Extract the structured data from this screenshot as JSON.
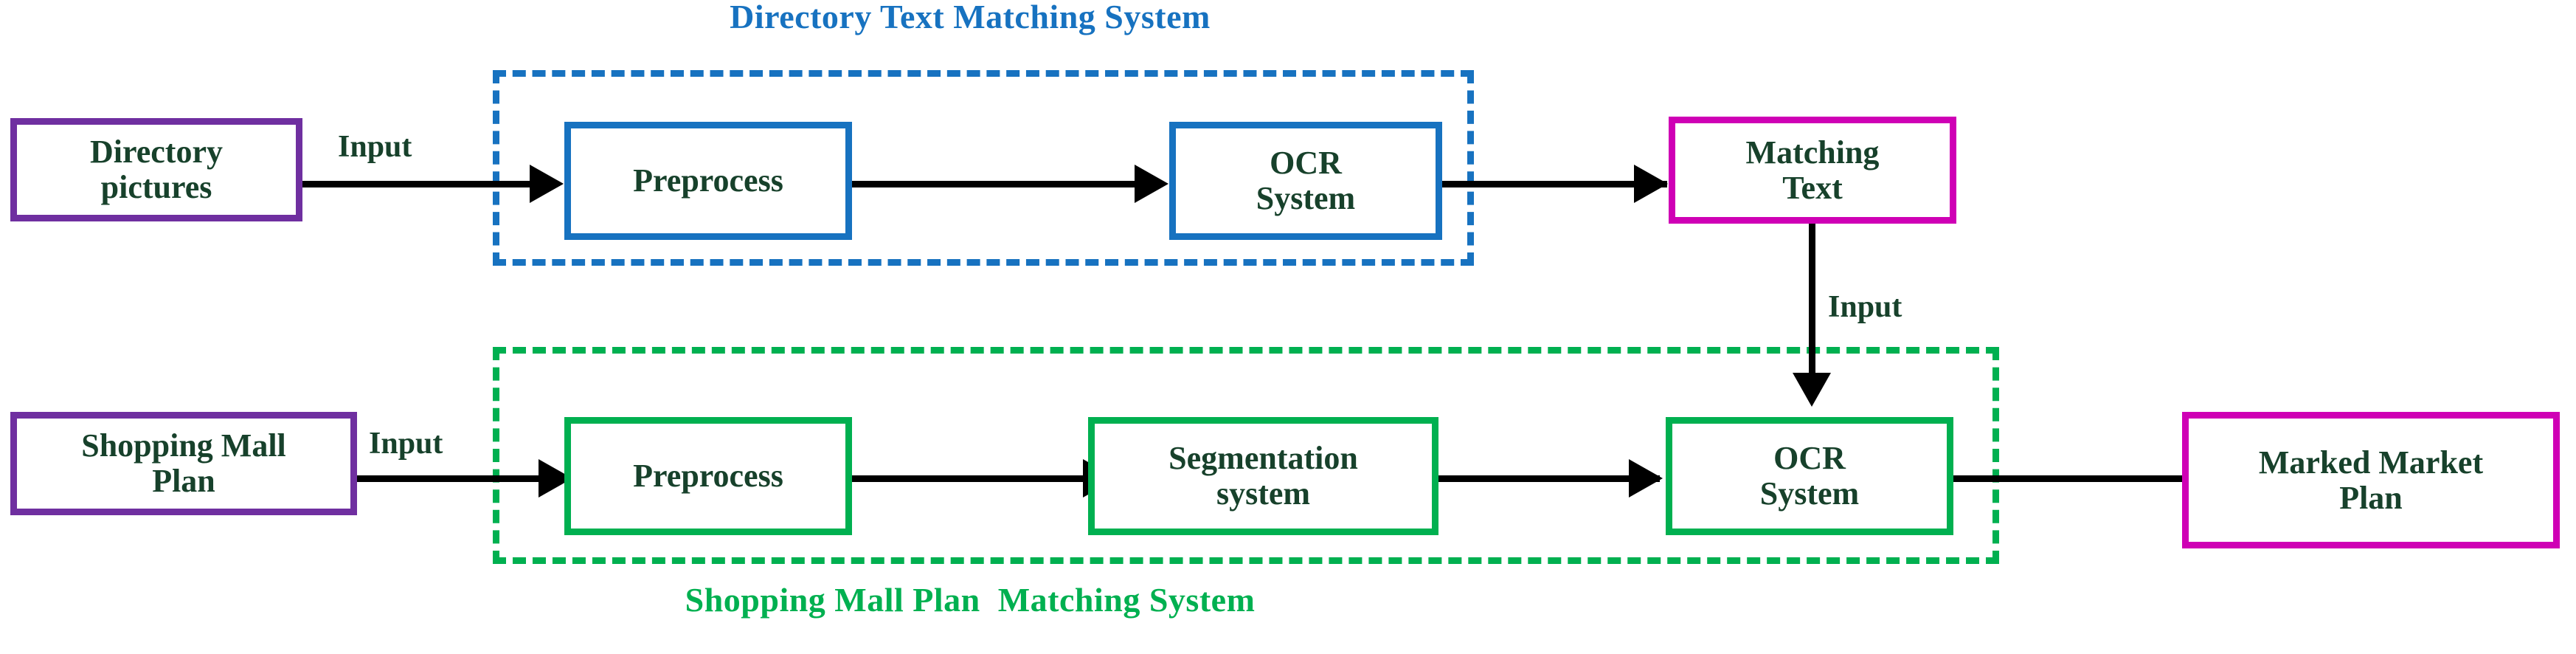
{
  "diagram": {
    "title_top": "Directory Text Matching System",
    "title_bottom": "Shopping Mall Plan  Matching System",
    "colors": {
      "blue": "#1772c0",
      "green": "#00b050",
      "purple": "#6f2fa0",
      "magenta": "#cf00b5",
      "text_green": "#17412b",
      "connector": "#000000",
      "background": "#ffffff"
    },
    "groups": [
      {
        "name": "directory-text-matching-system",
        "caption": "Directory Text Matching System",
        "border_style": "dashed",
        "border_color": "#1772c0",
        "caption_position": "above"
      },
      {
        "name": "shopping-mall-plan-matching-system",
        "caption": "Shopping Mall Plan  Matching System",
        "border_style": "dashed",
        "border_color": "#00b050",
        "caption_position": "below"
      }
    ],
    "nodes": {
      "directory_pictures": "Directory\npictures",
      "preprocess_top": "Preprocess",
      "ocr_system_top": "OCR\nSystem",
      "matching_text": "Matching\nText",
      "shopping_mall_plan": "Shopping Mall\nPlan",
      "preprocess_bottom": "Preprocess",
      "segmentation_system": "Segmentation\nsystem",
      "ocr_system_bottom": "OCR\nSystem",
      "marked_market_plan": "Marked Market\nPlan"
    },
    "edge_labels": {
      "input_top": "Input",
      "input_bottom": "Input",
      "input_vertical": "Input"
    }
  }
}
